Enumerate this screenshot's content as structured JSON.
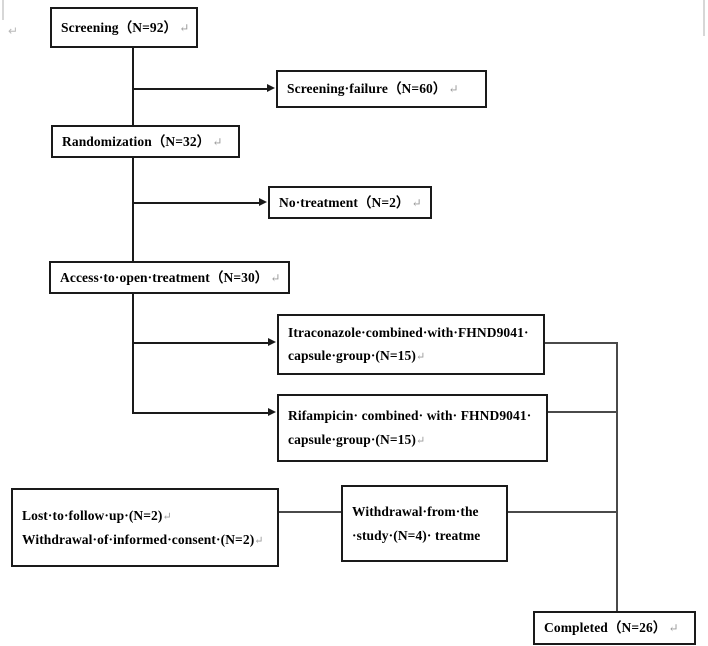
{
  "document": {
    "title": "Clinical Trial Participant Flow Diagram",
    "paragraph_mark": "↵",
    "colors": {
      "box_border": "#1a1a1a",
      "connector": "#1a1a1a",
      "text": "#000000",
      "mark": "#9a9a9a",
      "page_edge": "#d7d7d7",
      "background": "#ffffff"
    }
  },
  "nodes": {
    "screening": {
      "id": "screening",
      "lines": [
        "Screening（N=92）"
      ],
      "mark": "↵",
      "n": 92
    },
    "screening_failure": {
      "id": "screening-failure",
      "lines": [
        "Screening·failure（N=60）"
      ],
      "mark": "↵",
      "n": 60
    },
    "randomization": {
      "id": "randomization",
      "lines": [
        "Randomization（N=32）"
      ],
      "mark": "↵",
      "n": 32
    },
    "no_treatment": {
      "id": "no-treatment",
      "lines": [
        "No·treatment（N=2）"
      ],
      "mark": "↵",
      "n": 2
    },
    "access_open_treatment": {
      "id": "access-to-open-treatment",
      "lines": [
        "Access·to·open·treatment（N=30）"
      ],
      "mark": "↵",
      "n": 30
    },
    "itraconazole_group": {
      "id": "itraconazole-group",
      "line1": "Itraconazole·combined·with·FHND9041·",
      "line2": "capsule·group·(N=15)",
      "mark": "↵",
      "n": 15
    },
    "rifampicin_group": {
      "id": "rifampicin-group",
      "line1": "Rifampicin· combined· with· FHND9041·",
      "line2": "capsule·group·(N=15)",
      "mark": "↵",
      "n": 15
    },
    "losses": {
      "id": "losses",
      "line1": "Lost·to·follow·up·(N=2)",
      "line2": "Withdrawal·of·informed·consent·(N=2)",
      "mark1": "↵",
      "mark2": "↵",
      "n_lost": 2,
      "n_withdrawn_consent": 2
    },
    "withdrawal_study": {
      "id": "withdrawal-from-study",
      "line1": "Withdrawal·from·the",
      "line2": "·study·(N=4)· treatme",
      "n": 4
    },
    "completed": {
      "id": "completed",
      "lines": [
        "Completed（N=26）"
      ],
      "mark": "↵",
      "n": 26
    }
  },
  "margin_marks": {
    "left_paragraph_mark": "↵"
  }
}
